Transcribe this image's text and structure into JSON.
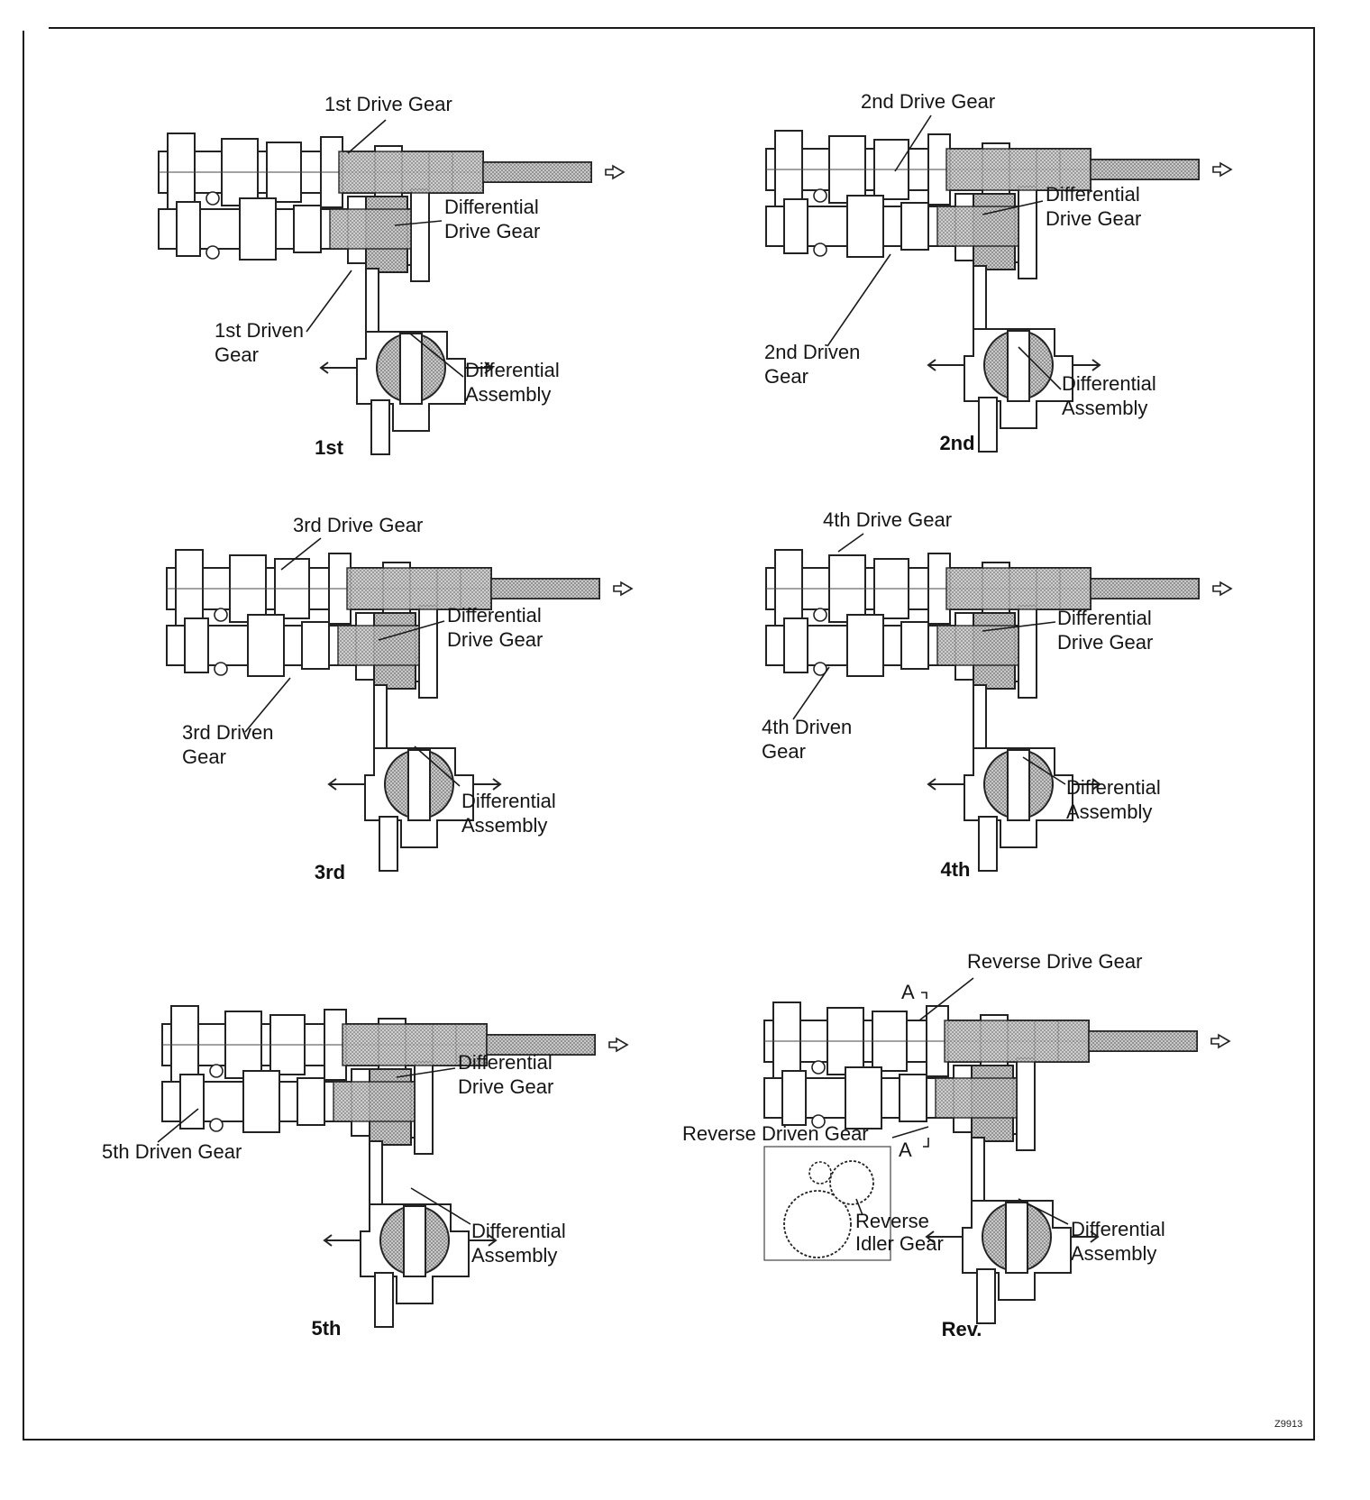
{
  "figure_code": "Z9913",
  "panels": [
    {
      "caption": "1st",
      "labels": {
        "drive_gear": "1st Drive Gear",
        "diff_drive": "Differential\nDrive Gear",
        "driven_gear": "1st Driven\nGear",
        "diff_assembly": "Differential\nAssembly"
      }
    },
    {
      "caption": "2nd",
      "labels": {
        "drive_gear": "2nd Drive Gear",
        "diff_drive": "Differential\nDrive Gear",
        "driven_gear": "2nd Driven\nGear",
        "diff_assembly": "Differential\nAssembly"
      }
    },
    {
      "caption": "3rd",
      "labels": {
        "drive_gear": "3rd Drive Gear",
        "diff_drive": "Differential\nDrive Gear",
        "driven_gear": "3rd Driven\nGear",
        "diff_assembly": "Differential\nAssembly"
      }
    },
    {
      "caption": "4th",
      "labels": {
        "drive_gear": "4th Drive Gear",
        "diff_drive": "Differential\nDrive Gear",
        "driven_gear": "4th Driven\nGear",
        "diff_assembly": "Differential\nAssembly"
      }
    },
    {
      "caption": "5th",
      "labels": {
        "diff_drive": "Differential\nDrive Gear",
        "driven_gear": "5th Driven Gear",
        "diff_assembly": "Differential\nAssembly"
      }
    },
    {
      "caption": "Rev.",
      "labels": {
        "drive_gear": "Reverse Drive Gear",
        "driven_gear": "Reverse Driven Gear",
        "section_a_top": "A",
        "section_a_bottom": "A",
        "idler_gear": "Reverse\nIdler Gear",
        "diff_assembly": "Differential\nAssembly"
      }
    }
  ]
}
